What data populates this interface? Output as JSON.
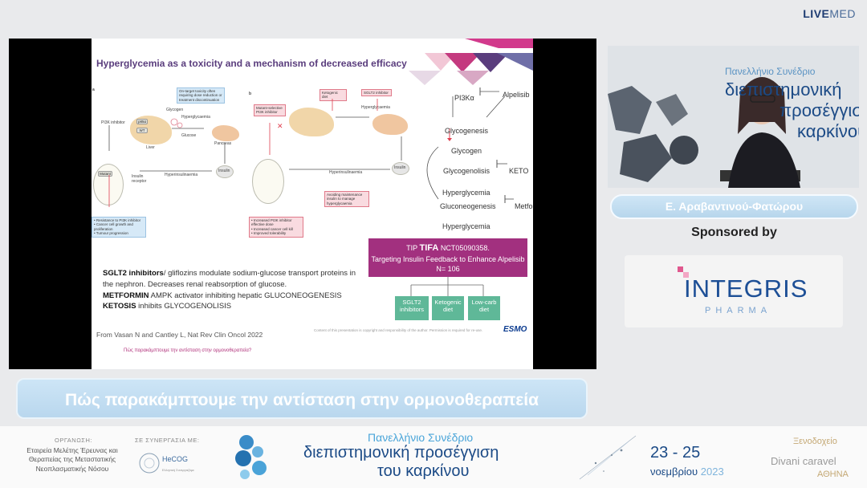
{
  "brand": {
    "part1": "LIVE",
    "part2": "MED"
  },
  "slide": {
    "title": "Hyperglycemia as a toxicity and a mechanism of decreased efficacy",
    "panel_a": {
      "label": "a",
      "on_target": "On-target toxicity often requiring dose reduction or treatment discontinuation",
      "pi3k_inhibitor": "PI3K inhibitor",
      "glycogen": "Glycogen",
      "p85": "p85α",
      "wt": "WT",
      "p110": "p110α",
      "liver": "Liver",
      "glucose": "Glucose",
      "hyperglycaemia": "Hyperglycaemia",
      "pancreas": "Pancreas",
      "insulin": "Insulin",
      "insulin_receptor": "Insulin receptor",
      "hyperinsulinaemia": "Hyperinsulinaemia",
      "mutant": "Mutant",
      "outcomes": [
        "• Resistance to PI3K inhibitor",
        "• Cancer cell growth and proliferation",
        "• Tumour progression"
      ]
    },
    "panel_b": {
      "label": "b",
      "ketogenic_diet": "Ketogenic diet",
      "sglt2_inhibitor": "SGLT2 inhibitor",
      "mutant_selective": "Mutant-selective PI3K inhibitor",
      "hyperglycaemia": "Hyperglycaemia",
      "hyperinsulinaemia": "Hyperinsulinaemia",
      "insulin": "Insulin",
      "avoiding": "Avoiding maintenance insulin to manage hyperglycaemia",
      "outcomes": [
        "• Increased PI3K inhibitor effective dose",
        "• Increased cancer cell kill",
        "• Improved tolerability"
      ]
    },
    "pathway": {
      "pi3k": "PI3Kα",
      "alpelisib": "Alpelisib",
      "glycogenesis": "Glycogenesis",
      "glycogen": "Glycogen",
      "glycogenolisis": "Glycogenolisis",
      "keto": "KETO",
      "hyperglycemia1": "Hyperglycemia",
      "gluconeogenesis": "Gluconeogenesis",
      "metfo": "Metfo",
      "hyperglycemia2": "Hyperglycemia"
    },
    "tip": {
      "prefix": "TIP",
      "name": "TIFA",
      "nct": "NCT05090358.",
      "line2": "Targeting Insulin Feedback to Enhance Alpelisib",
      "n": "N= 106"
    },
    "arms": [
      {
        "l1": "SGLT2",
        "l2": "inhibitors"
      },
      {
        "l1": "Ketogenic",
        "l2": "diet"
      },
      {
        "l1": "Low-carb",
        "l2": "diet"
      }
    ],
    "body": {
      "l1_bold": "SGLT2 inhibitors",
      "l1_rest": "/ gliflozins modulate sodium-glucose transport proteins in the nephron. Decreases renal reabsorption of glucose.",
      "l2_bold": "METFORMIN",
      "l2_rest": " AMPK activator inhibiting hepatic GLUCONEOGENESIS",
      "l3_bold": "KETOSIS",
      "l3_rest": " inhibits GLYCOGENOLISIS"
    },
    "citation": "From Vasan N and Cantley L, Nat Rev Clin Oncol 2022",
    "copyright": "Content of this presentation is copyright and responsibility of the author. Permission is required for re-use.",
    "esmo": "ESMO",
    "question": "Πώς παρακάμπτουμε την αντίσταση στην ορμονοθεραπεία?"
  },
  "speaker": {
    "name": "Ε. Αραβαντινού-Φατώρου",
    "backdrop": [
      "Πανελλήνιο Συνέδριο",
      "διεπιστημονική",
      "προσέγγιση του",
      "καρκίνου"
    ]
  },
  "sponsored_by": "Sponsored by",
  "sponsor": {
    "name": "INTEGRIS",
    "sub": "PHARMA"
  },
  "banner": "Πώς παρακάμπτουμε την αντίσταση στην ορμονοθεραπεία",
  "footer": {
    "org_label": "ΟΡΓΑΝΩΣΗ:",
    "org_lines": [
      "Εταιρεία Μελέτης Έρευνας και",
      "Θεραπείας της Μεταστατικής",
      "Νεοπλασματικής Νόσου"
    ],
    "collab_label": "ΣΕ ΣΥΝΕΡΓΑΣΙΑ ΜΕ:",
    "hecog": "HeCOG",
    "conf_line1": "Πανελλήνιο Συνέδριο",
    "conf_line2": "διεπιστημονική προσέγγιση",
    "conf_line3": "του καρκίνου",
    "dates": "23 - 25",
    "month": "νοεμβρίου",
    "year": "2023",
    "hotel1": "Ξενοδοχείο",
    "hotel2": "Divani caravel",
    "hotel3": "ΑΘΗΝΑ"
  },
  "colors": {
    "slide_accent": "#a2307f",
    "arm_box": "#5fb898",
    "banner": "#c8e1f3",
    "brand_blue": "#1d4f96"
  }
}
